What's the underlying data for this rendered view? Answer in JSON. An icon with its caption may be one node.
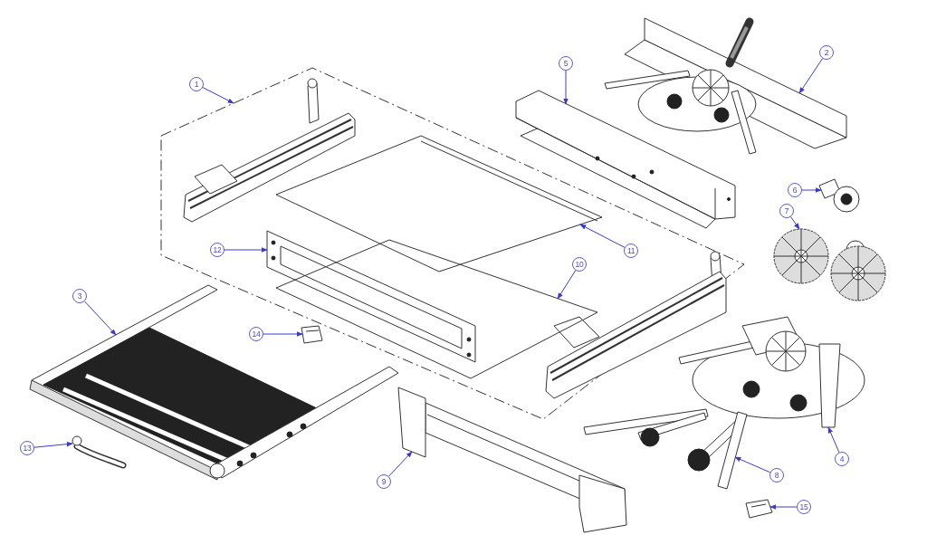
{
  "diagram": {
    "nodes": [
      {
        "text": [
          "2"
        ]
      },
      {
        "text": [
          "5"
        ]
      },
      {
        "text": [
          "1"
        ]
      },
      {
        "text": [
          "6"
        ]
      },
      {
        "text": [
          "7"
        ]
      },
      {
        "text": [
          "12"
        ],
        "in": 17
      },
      {
        "text": [
          "11"
        ],
        "in": 17
      },
      {
        "text": [
          "10"
        ],
        "in": 17
      },
      {
        "text": [
          "3"
        ]
      },
      {
        "text": [
          "14"
        ]
      },
      {
        "text": [
          "13"
        ]
      },
      {
        "text": [
          "4"
        ]
      },
      {
        "text": [
          "8"
        ]
      },
      {
        "text": [
          "9"
        ]
      },
      {
        "text": [
          "15"
        ]
      },
      {
        "text": [],
        "shape": "picture"
      },
      {
        "text": [],
        "shape": "picture"
      },
      {
        "text": [],
        "shape": "box"
      },
      {
        "text": [],
        "shape": "picture"
      },
      {
        "text": [],
        "shape": "picture"
      },
      {
        "text": [],
        "shape": "picture",
        "in": 17
      },
      {
        "text": [],
        "shape": "picture",
        "in": 17
      },
      {
        "text": [],
        "shape": "picture",
        "in": 17
      },
      {
        "text": [],
        "shape": "picture"
      },
      {
        "text": [],
        "shape": "picture"
      },
      {
        "text": [],
        "shape": "picture"
      },
      {
        "text": [],
        "shape": "picture"
      },
      {
        "text": [],
        "shape": "picture"
      },
      {
        "text": [],
        "shape": "picture"
      },
      {
        "text": [],
        "shape": "picture"
      }
    ],
    "edges": [
      {
        "from": 0,
        "to": 15,
        "arrow": "to"
      },
      {
        "from": 1,
        "to": 16,
        "arrow": "to"
      },
      {
        "from": 2,
        "to": 17,
        "arrow": "to"
      },
      {
        "from": 3,
        "to": 18,
        "arrow": "to"
      },
      {
        "from": 4,
        "to": 19,
        "arrow": "to"
      },
      {
        "from": 5,
        "to": 20,
        "arrow": "to"
      },
      {
        "from": 6,
        "to": 21,
        "arrow": "to"
      },
      {
        "from": 7,
        "to": 22,
        "arrow": "to"
      },
      {
        "from": 8,
        "to": 23,
        "arrow": "to"
      },
      {
        "from": 9,
        "to": 24,
        "arrow": "to"
      },
      {
        "from": 10,
        "to": 25,
        "arrow": "to"
      },
      {
        "from": 11,
        "to": 26,
        "arrow": "to"
      },
      {
        "from": 12,
        "to": 27,
        "arrow": "to"
      },
      {
        "from": 13,
        "to": 28,
        "arrow": "to"
      },
      {
        "from": 14,
        "to": 29,
        "arrow": "to"
      }
    ]
  }
}
